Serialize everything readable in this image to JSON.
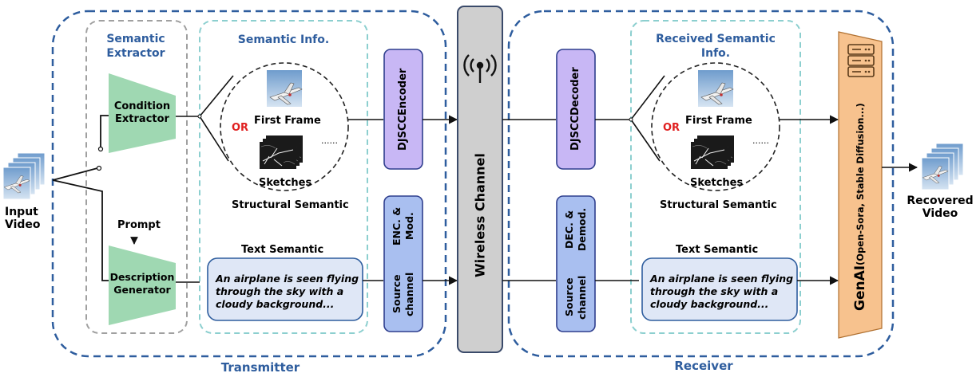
{
  "inputs": {
    "video_label_line1": "Input",
    "video_label_line2": "Video",
    "prompt_label": "Prompt"
  },
  "transmitter": {
    "label": "Transmitter",
    "semantic_extractor_line1": "Semantic",
    "semantic_extractor_line2": "Extractor",
    "condition_extractor_line1": "Condition",
    "condition_extractor_line2": "Extractor",
    "description_generator_line1": "Description",
    "description_generator_line2": "Generator",
    "semantic_info_title": "Semantic Info.",
    "first_frame": "First Frame",
    "or_label": "OR",
    "sketches": "Sketches",
    "ellipsis": "......",
    "structural_semantic": "Structural Semantic",
    "text_semantic": "Text Semantic",
    "text_line1": "An airplane is seen flying",
    "text_line2": "through the sky with a",
    "text_line3": "cloudy background...",
    "djscc_encoder_line1": "DJSCC",
    "djscc_encoder_line2": "Encoder",
    "source_channel_line1": "Source channel",
    "source_channel_line2": "ENC. & Mod."
  },
  "channel": {
    "label": "Wireless Channel"
  },
  "receiver": {
    "label": "Receiver",
    "received_title_line1": "Received Semantic",
    "received_title_line2": "Info.",
    "djscc_decoder_line1": "DJSCC",
    "djscc_decoder_line2": "Decoder",
    "source_channel_line1": "Source channel",
    "source_channel_line2": "DEC. & Demod.",
    "first_frame": "First Frame",
    "or_label": "OR",
    "sketches": "Sketches",
    "ellipsis": "......",
    "structural_semantic": "Structural Semantic",
    "text_semantic": "Text Semantic",
    "text_line1": "An airplane is seen flying",
    "text_line2": "through the sky with a",
    "text_line3": "cloudy background...",
    "genai_label": "GenAI",
    "genai_sub": "(Open-Sora, Stable Diffusion...)"
  },
  "outputs": {
    "recovered_line1": "Recovered",
    "recovered_line2": "Video"
  },
  "colors": {
    "dashed_outer": "#2e5d9e",
    "dashed_gray": "#a0a0a0",
    "dashed_teal": "#8ccfcf",
    "extractor_green": "#9fd8b2",
    "djscc_purple": "#c8b7f5",
    "source_blue": "#a9bff0",
    "channel_gray": "#cfcfcf",
    "genai_orange": "#f7c28e",
    "text_box": "#dfe7f6",
    "or_red": "#e02020",
    "sky": "#9fbfe0"
  }
}
